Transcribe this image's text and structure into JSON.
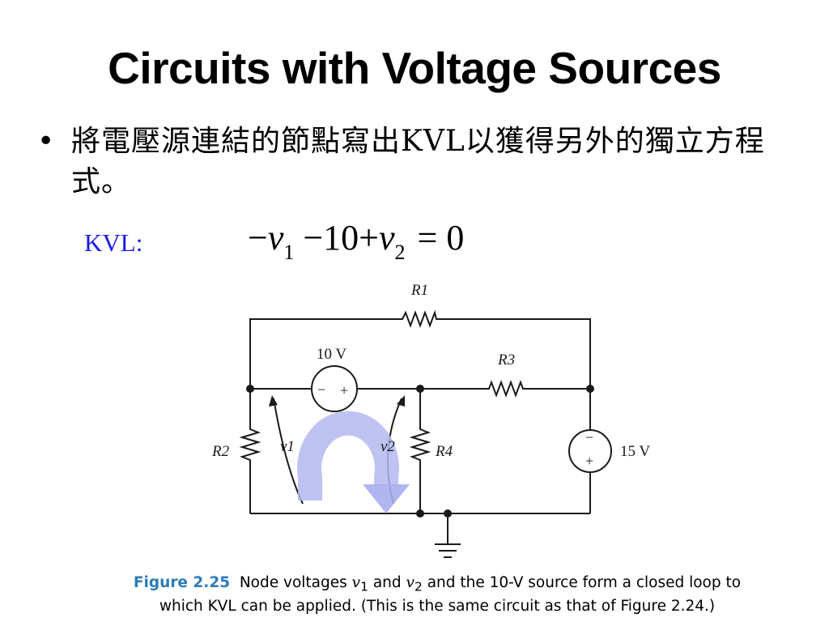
{
  "slide": {
    "title": "Circuits with Voltage Sources",
    "bullet": "將電壓源連結的節點寫出KVL以獲得另外的獨立方程式。",
    "kvl_label": "KVL:",
    "equation": {
      "t1": "−",
      "v1": "v",
      "v1_sub": "1",
      "t2": "−10+",
      "v2": "v",
      "v2_sub": "2",
      "t3": "= 0"
    }
  },
  "figure": {
    "labels": {
      "r1": "R1",
      "r2": "R2",
      "r3": "R3",
      "r4": "R4",
      "source_10v": "10 V",
      "source_15v": "15 V",
      "v1": "v1",
      "v2": "v2",
      "minus": "−",
      "plus": "+"
    },
    "colors": {
      "wire": "#1a1a1a",
      "loop_arrow": "#b3b8f0",
      "caption_accent": "#2c7bb8"
    },
    "caption": {
      "number": "Figure 2.25",
      "text_a": "Node voltages",
      "v1": "v",
      "v1_sub": "1",
      "and": "and",
      "v2": "v",
      "v2_sub": "2",
      "text_b": "and the 10-V source form a closed loop to",
      "line2": "which KVL can be applied. (This is the same circuit as that of Figure 2.24.)"
    }
  }
}
